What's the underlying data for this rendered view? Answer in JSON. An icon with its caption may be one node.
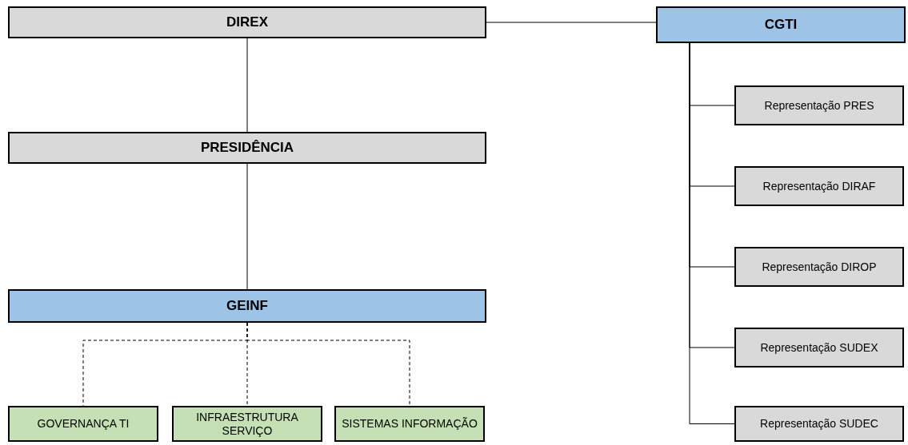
{
  "diagram": {
    "nodes": [
      {
        "text": [
          "DIREX"
        ]
      },
      {
        "text": [
          "CGTI"
        ]
      },
      {
        "text": [
          "PRESIDÊNCIA"
        ]
      },
      {
        "text": [
          "GEINF"
        ]
      },
      {
        "text": [
          "GOVERNANÇA TI"
        ]
      },
      {
        "text": [
          "INFRAESTRUTURA SERVIÇO"
        ]
      },
      {
        "text": [
          "SISTEMAS INFORMAÇÃO"
        ]
      },
      {
        "text": [
          "Representação PRES"
        ]
      },
      {
        "text": [
          "Representação DIRAF"
        ]
      },
      {
        "text": [
          "Representação DIROP"
        ]
      },
      {
        "text": [
          "Representação SUDEX"
        ]
      },
      {
        "text": [
          "Representação SUDEC"
        ]
      }
    ],
    "edges": [
      {
        "from": 0,
        "to": 1,
        "arrow": "none"
      },
      {
        "from": 0,
        "to": 2,
        "arrow": "none"
      },
      {
        "from": 2,
        "to": 3,
        "arrow": "none"
      },
      {
        "from": 3,
        "to": 4,
        "arrow": "none",
        "style": "dashed"
      },
      {
        "from": 3,
        "to": 5,
        "arrow": "none",
        "style": "dashed"
      },
      {
        "from": 3,
        "to": 6,
        "arrow": "none",
        "style": "dashed"
      },
      {
        "from": 1,
        "to": 7,
        "arrow": "none"
      },
      {
        "from": 1,
        "to": 8,
        "arrow": "none"
      },
      {
        "from": 1,
        "to": 9,
        "arrow": "none"
      },
      {
        "from": 1,
        "to": 10,
        "arrow": "none"
      },
      {
        "from": 1,
        "to": 11,
        "arrow": "none"
      }
    ]
  }
}
